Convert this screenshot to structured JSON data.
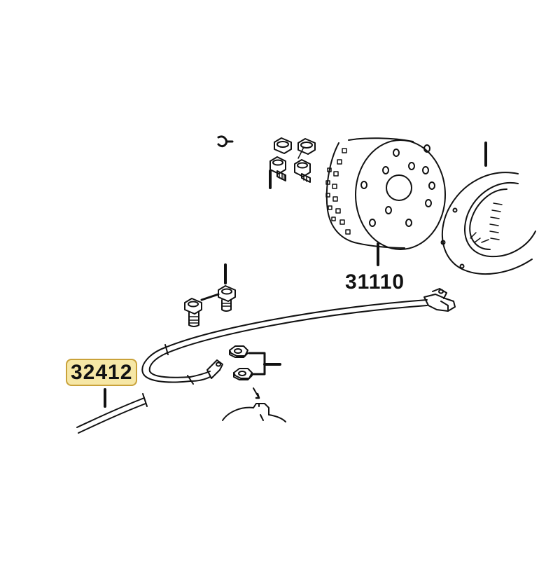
{
  "diagram": {
    "labels": {
      "flywheel_rotor": "31110",
      "sensor_cable": "32412"
    },
    "highlighted_part": "32412",
    "colors": {
      "line": "#111111",
      "highlight_fill": "#f6e7a6",
      "highlight_border": "#c9a23a",
      "background": "#ffffff"
    }
  }
}
